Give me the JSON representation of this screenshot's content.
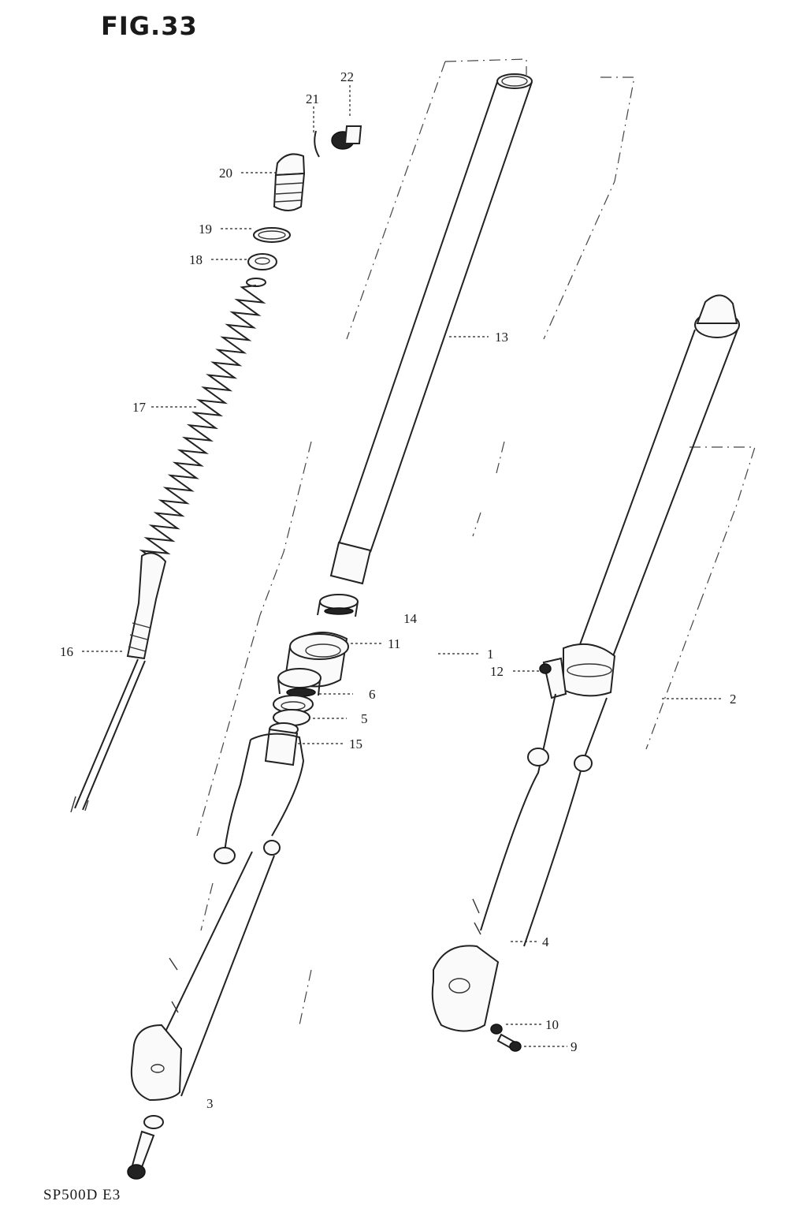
{
  "figure": {
    "title": "FIG.33",
    "code": "SP500D E3"
  },
  "parts": [
    {
      "id": "p22",
      "label": "22"
    },
    {
      "id": "p21",
      "label": "21"
    },
    {
      "id": "p20",
      "label": "20"
    },
    {
      "id": "p19",
      "label": "19"
    },
    {
      "id": "p18",
      "label": "18"
    },
    {
      "id": "p17",
      "label": "17"
    },
    {
      "id": "p16",
      "label": "16"
    },
    {
      "id": "p13",
      "label": "13"
    },
    {
      "id": "p14",
      "label": "14"
    },
    {
      "id": "p11",
      "label": "11"
    },
    {
      "id": "p1",
      "label": "1"
    },
    {
      "id": "p6",
      "label": "6"
    },
    {
      "id": "p5",
      "label": "5"
    },
    {
      "id": "p15",
      "label": "15"
    },
    {
      "id": "p12",
      "label": "12"
    },
    {
      "id": "p2",
      "label": "2"
    },
    {
      "id": "p4",
      "label": "4"
    },
    {
      "id": "p10",
      "label": "10"
    },
    {
      "id": "p9",
      "label": "9"
    },
    {
      "id": "p3",
      "label": "3"
    }
  ]
}
